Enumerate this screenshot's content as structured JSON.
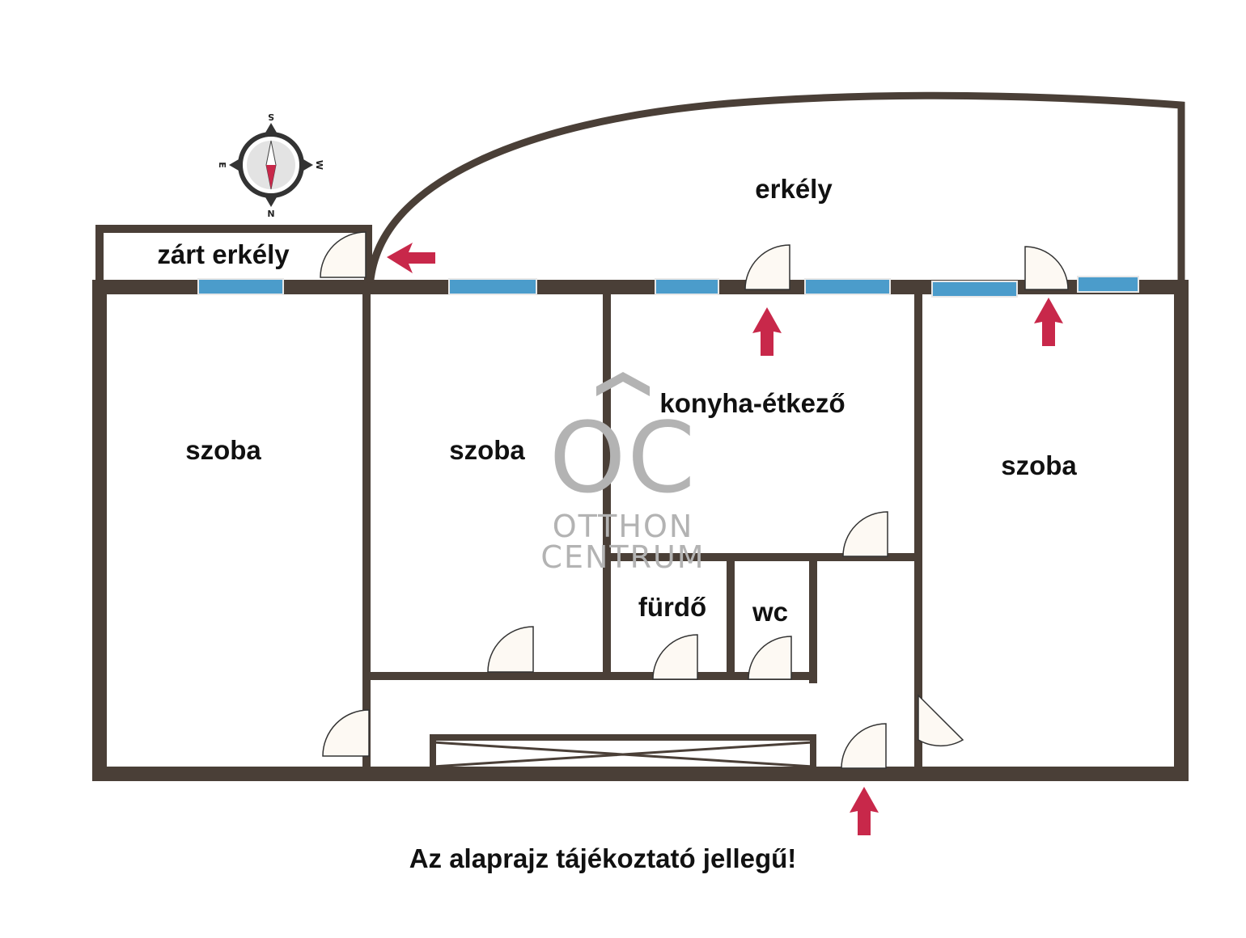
{
  "rooms": {
    "closed_balcony": "zárt erkély",
    "balcony": "erkély",
    "room_left": "szoba",
    "room_middle": "szoba",
    "kitchen": "konyha-étkező",
    "room_right": "szoba",
    "bathroom": "fürdő",
    "wc": "wc"
  },
  "disclaimer": "Az alaprajz tájékoztató jellegű!",
  "watermark": {
    "logo": "OC",
    "line1": "OTTHON",
    "line2": "CENTRUM"
  },
  "compass": {
    "top": "S",
    "bottom": "N",
    "left": "E",
    "right": "W"
  },
  "colors": {
    "wall": "#4a3f37",
    "window": "#4b9ccb",
    "arrow": "#c8284a",
    "door_fill": "#fdf9f3",
    "door_open": "#d8cfc2",
    "watermark": "#b3b3b3"
  }
}
